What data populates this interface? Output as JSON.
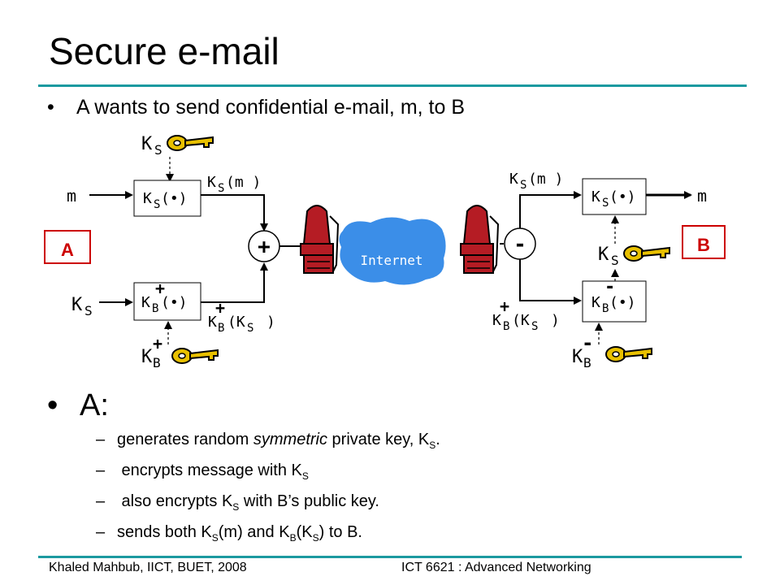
{
  "slide": {
    "title": "Secure e-mail",
    "bullet_main": "A wants to send confidential e-mail, m, to B",
    "section_heading": "A:",
    "sub_bullets": [
      {
        "dash": "–",
        "parts": [
          "generates random ",
          "symmetric",
          " private key, K",
          "S",
          "."
        ]
      },
      {
        "dash": "–",
        "parts": [
          " encrypts message with K",
          "S"
        ]
      },
      {
        "dash": "–",
        "parts": [
          " also encrypts K",
          "S",
          " with B’s public key."
        ]
      },
      {
        "dash": "–",
        "parts": [
          "sends both K",
          "S",
          "(m) and K",
          "B",
          "(K",
          "S",
          ") to B."
        ]
      }
    ],
    "footer_left": "Khaled Mahbub, IICT, BUET, 2008",
    "footer_right": "ICT 6621 : Advanced Networking"
  },
  "diagram": {
    "label_a": "A",
    "label_b": "B",
    "internet_label": "Internet",
    "m": "m",
    "K": "K",
    "S": "S",
    "B": "B",
    "plus": "+",
    "minus": "-",
    "func_suffix": "(•)",
    "enc_m": "(m )",
    "enc_paren_open": "(K",
    "enc_paren_close": ")",
    "combine_plus": "+",
    "split_minus": "-",
    "colors": {
      "accent_rule": "#1c9aa0",
      "ab_label": "#cc0000",
      "cloud": "#3b8ee8",
      "device": "#b51c24",
      "key": "#e8c000"
    }
  }
}
